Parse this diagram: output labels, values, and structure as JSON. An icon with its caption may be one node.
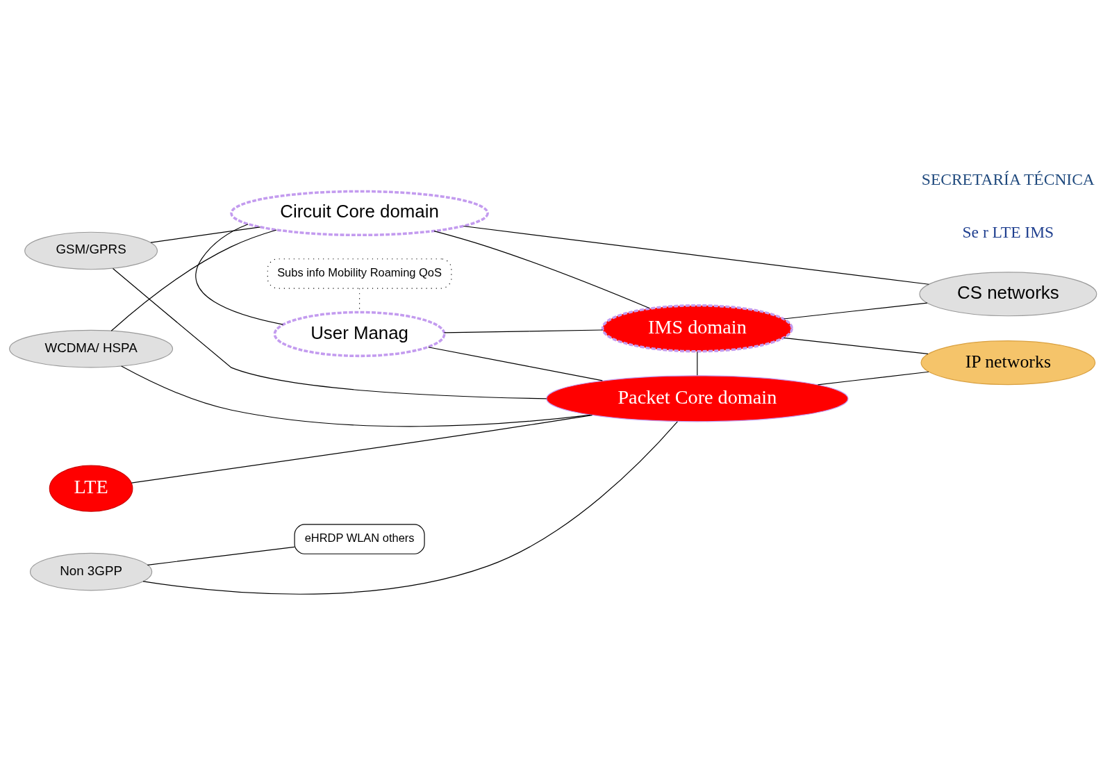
{
  "diagram": {
    "nodes": [
      {
        "text": [
          "GSM/GPRS"
        ]
      },
      {
        "text": [
          "WCDMA/ HSPA"
        ]
      },
      {
        "text": [
          "LTE"
        ]
      },
      {
        "text": [
          "Non 3GPP"
        ]
      },
      {
        "text": [
          "eHRDP WLAN others"
        ]
      },
      {
        "text": [
          "Circuit Core domain"
        ]
      },
      {
        "text": [
          "User Manag"
        ]
      },
      {
        "text": [
          "Packet Core domain"
        ]
      },
      {
        "text": [
          "Subs info Mobility Roaming QoS"
        ]
      },
      {
        "text": [
          "IMS domain"
        ]
      },
      {
        "text": [
          "CS networks"
        ]
      },
      {
        "text": [
          "IP networks"
        ]
      }
    ],
    "edges": [
      {
        "from": 0,
        "to": 5,
        "arrow": "none"
      },
      {
        "from": 0,
        "to": 7,
        "arrow": "none"
      },
      {
        "from": 1,
        "to": 5,
        "arrow": "none"
      },
      {
        "from": 1,
        "to": 7,
        "arrow": "none"
      },
      {
        "from": 2,
        "to": 7,
        "arrow": "none"
      },
      {
        "from": 3,
        "to": 7,
        "arrow": "none"
      },
      {
        "from": 4,
        "to": 3,
        "arrow": "none"
      },
      {
        "from": 5,
        "to": 10,
        "arrow": "none"
      },
      {
        "from": 5,
        "to": 9,
        "arrow": "none"
      },
      {
        "from": 5,
        "to": 6,
        "arrow": "none"
      },
      {
        "from": 6,
        "to": 7,
        "arrow": "none"
      },
      {
        "from": 6,
        "to": 9,
        "arrow": "none"
      },
      {
        "from": 8,
        "to": 6,
        "arrow": "none",
        "style": "dashed"
      },
      {
        "from": 9,
        "to": 10,
        "arrow": "none"
      },
      {
        "from": 9,
        "to": 7,
        "arrow": "none"
      },
      {
        "from": 9,
        "to": 11,
        "arrow": "none"
      },
      {
        "from": 7,
        "to": 11,
        "arrow": "none"
      }
    ],
    "labels": [
      "Se r LTE IMS",
      "SECRETARÍA TÉCNICA"
    ]
  }
}
